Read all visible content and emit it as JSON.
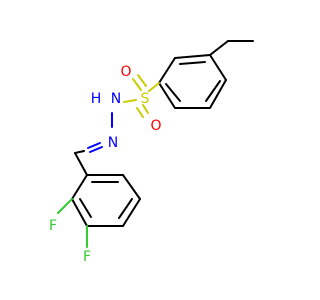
{
  "molecule": {
    "atom_colors": {
      "O": "#ff0000",
      "S": "#cccc00",
      "N": "#0000ff",
      "F": "#33cc33",
      "C": "#000000"
    },
    "labels": {
      "o_top": "O",
      "o_bottom": "O",
      "s": "S",
      "nh": "H",
      "n_amine": "N",
      "n_imine": "N",
      "f_left": "F",
      "f_bottom": "F"
    }
  }
}
